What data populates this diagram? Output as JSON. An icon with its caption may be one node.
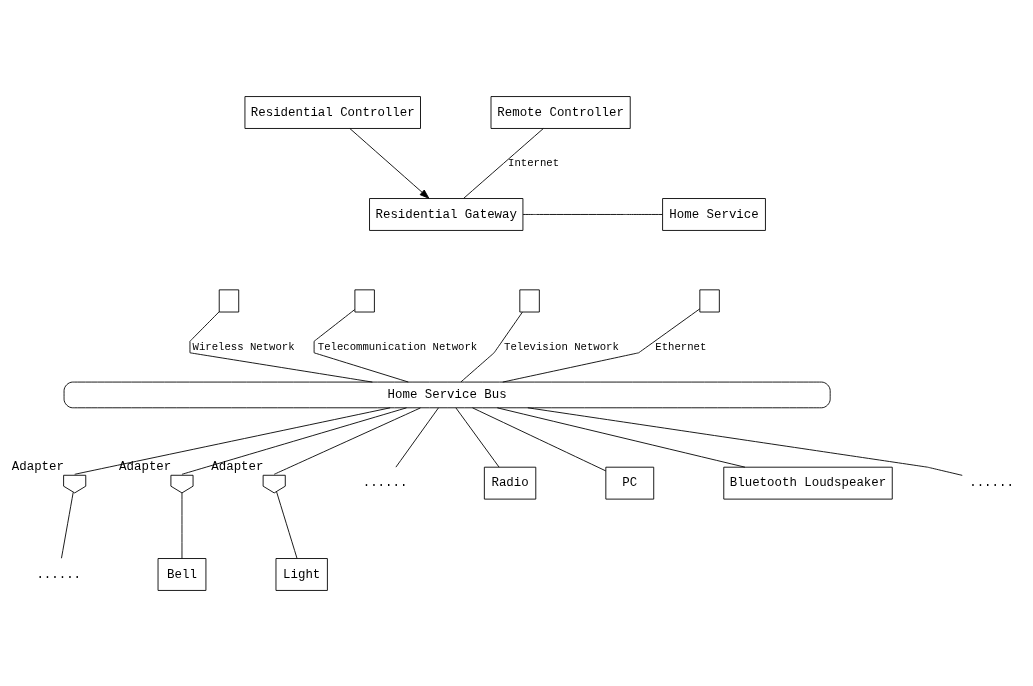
{
  "diagram": {
    "nodes": [
      {
        "text": [
          "Residential Controller"
        ]
      },
      {
        "text": [
          "Remote Controller"
        ]
      },
      {
        "text": [
          "Residential Gateway"
        ]
      },
      {
        "text": [
          "Home Service"
        ]
      },
      {
        "text": [],
        "shape": "box"
      },
      {
        "text": [],
        "shape": "box"
      },
      {
        "text": [],
        "shape": "box"
      },
      {
        "text": [],
        "shape": "box"
      },
      {
        "text": [
          "Home Service Bus"
        ]
      },
      {
        "text": [],
        "shape": "pentagon",
        "beside": [
          "Adapter"
        ]
      },
      {
        "text": [],
        "shape": "pentagon",
        "beside": [
          "Adapter"
        ]
      },
      {
        "text": [],
        "shape": "pentagon",
        "beside": [
          "Adapter"
        ]
      },
      {
        "text": [
          "......"
        ]
      },
      {
        "text": [
          "Bell"
        ]
      },
      {
        "text": [
          "Light"
        ]
      },
      {
        "text": [
          "......"
        ]
      },
      {
        "text": [
          "Radio"
        ]
      },
      {
        "text": [
          "PC"
        ]
      },
      {
        "text": [
          "Bluetooth Loudspeaker"
        ]
      },
      {
        "text": [
          "......"
        ]
      }
    ],
    "edges": [
      {
        "from": 0,
        "to": 2,
        "arrow": "to"
      },
      {
        "from": 1,
        "to": 2,
        "arrow": "none",
        "label": "Internet"
      },
      {
        "from": 2,
        "to": 3,
        "arrow": "none"
      },
      {
        "from": 4,
        "to": 8,
        "arrow": "none",
        "label": "Wireless Network"
      },
      {
        "from": 5,
        "to": 8,
        "arrow": "none",
        "label": "Telecommunication Network"
      },
      {
        "from": 6,
        "to": 8,
        "arrow": "none",
        "label": "Television Network"
      },
      {
        "from": 7,
        "to": 8,
        "arrow": "none",
        "label": "Ethernet"
      },
      {
        "from": 8,
        "to": 9,
        "arrow": "none"
      },
      {
        "from": 8,
        "to": 10,
        "arrow": "none"
      },
      {
        "from": 8,
        "to": 11,
        "arrow": "none"
      },
      {
        "from": 8,
        "to": 15,
        "arrow": "none"
      },
      {
        "from": 8,
        "to": 16,
        "arrow": "none"
      },
      {
        "from": 8,
        "to": 17,
        "arrow": "none"
      },
      {
        "from": 8,
        "to": 18,
        "arrow": "none"
      },
      {
        "from": 8,
        "to": 19,
        "arrow": "none"
      },
      {
        "from": 9,
        "to": 12,
        "arrow": "none"
      },
      {
        "from": 10,
        "to": 13,
        "arrow": "none"
      },
      {
        "from": 11,
        "to": 14,
        "arrow": "none"
      }
    ]
  }
}
